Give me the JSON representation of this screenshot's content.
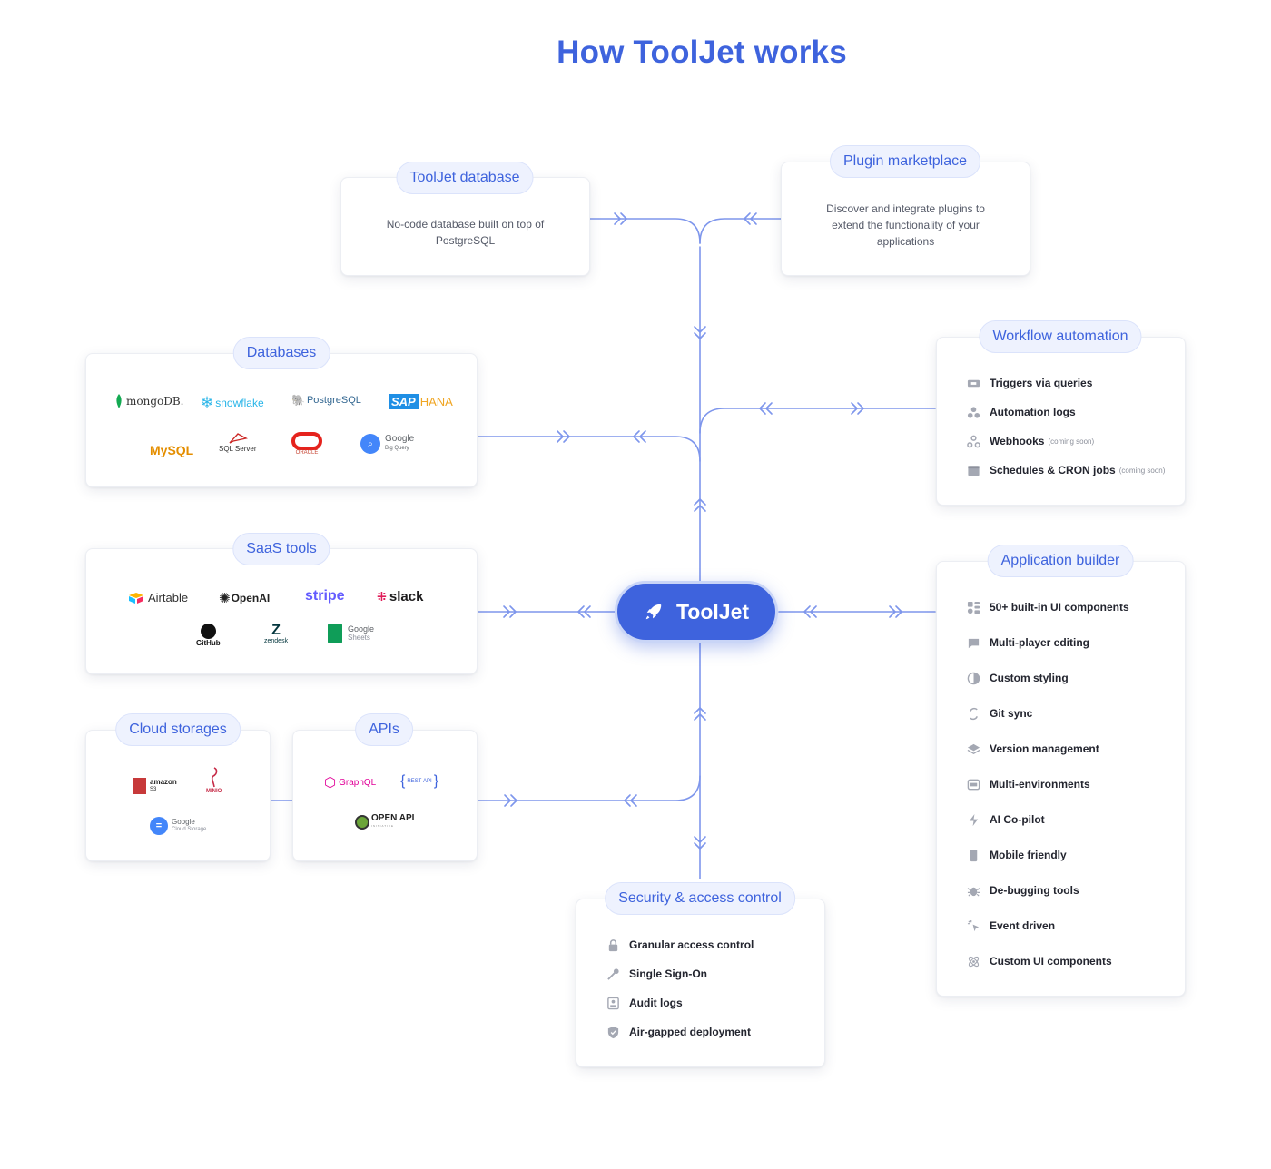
{
  "title": "How ToolJet works",
  "center": {
    "label": "ToolJet",
    "icon": "rocket-icon"
  },
  "tooljet_database": {
    "label": "ToolJet database",
    "description_lines": [
      "No-code database built on top of",
      "PostgreSQL"
    ]
  },
  "plugin_marketplace": {
    "label": "Plugin marketplace",
    "description_lines": [
      "Discover and integrate plugins to",
      "extend the functionality of your",
      "applications"
    ]
  },
  "databases": {
    "label": "Databases",
    "logos": [
      "mongoDB.",
      "snowflake",
      "PostgreSQL",
      "SAP",
      "HANA",
      "MySQL",
      "SQL Server",
      "ORACLE",
      "Google",
      "Big Query"
    ]
  },
  "saas_tools": {
    "label": "SaaS tools",
    "logos": [
      "Airtable",
      "OpenAI",
      "stripe",
      "slack",
      "GitHub",
      "zendesk",
      "Google",
      "Sheets"
    ]
  },
  "cloud_storages": {
    "label": "Cloud storages",
    "logos": [
      "amazon",
      "S3",
      "MINIO",
      "Google",
      "Cloud Storage"
    ]
  },
  "apis": {
    "label": "APIs",
    "logos": [
      "GraphQL",
      "REST-API",
      "OPEN API",
      "INITIATIVE"
    ]
  },
  "workflow_automation": {
    "label": "Workflow automation",
    "items": [
      {
        "label": "Triggers via queries",
        "icon": "trigger-icon",
        "note": ""
      },
      {
        "label": "Automation logs",
        "icon": "logs-icon",
        "note": ""
      },
      {
        "label": "Webhooks",
        "icon": "webhook-icon",
        "note": "(coming soon)"
      },
      {
        "label": "Schedules & CRON jobs",
        "icon": "calendar-icon",
        "note": "(coming soon)"
      }
    ]
  },
  "application_builder": {
    "label": "Application builder",
    "items": [
      {
        "label": "50+ built-in UI components",
        "icon": "components-icon"
      },
      {
        "label": "Multi-player editing",
        "icon": "chat-icon"
      },
      {
        "label": "Custom styling",
        "icon": "contrast-icon"
      },
      {
        "label": "Git sync",
        "icon": "git-sync-icon"
      },
      {
        "label": "Version management",
        "icon": "layers-icon"
      },
      {
        "label": "Multi-environments",
        "icon": "environments-icon"
      },
      {
        "label": "AI Co-pilot",
        "icon": "bolt-icon"
      },
      {
        "label": "Mobile friendly",
        "icon": "mobile-icon"
      },
      {
        "label": "De-bugging tools",
        "icon": "bug-icon"
      },
      {
        "label": "Event driven",
        "icon": "cursor-click-icon"
      },
      {
        "label": "Custom UI components",
        "icon": "atom-icon"
      }
    ]
  },
  "security": {
    "label": "Security & access control",
    "items": [
      {
        "label": "Granular access control",
        "icon": "lock-icon"
      },
      {
        "label": "Single Sign-On",
        "icon": "key-icon"
      },
      {
        "label": "Audit logs",
        "icon": "audit-icon"
      },
      {
        "label": "Air-gapped deployment",
        "icon": "shield-icon"
      }
    ]
  },
  "colors": {
    "accent": "#3e63dd",
    "line": "#7e96ec",
    "pill_bg": "#eef2fe",
    "icon_grey": "#a4a8b3"
  }
}
